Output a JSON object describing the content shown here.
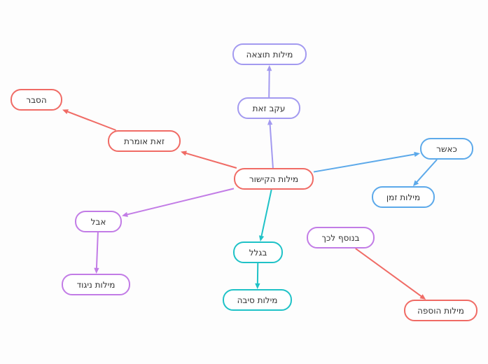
{
  "colors": {
    "red": "#f06b65",
    "purple": "#a39af0",
    "blue": "#5ca9ea",
    "teal": "#1fc2c7",
    "violet": "#c27ce6"
  },
  "nodes": {
    "root": {
      "label": "מילות הקישור",
      "color": "red"
    },
    "result_words": {
      "label": "מילות תוצאה",
      "color": "purple"
    },
    "after_that": {
      "label": "עקב זאת",
      "color": "purple"
    },
    "explanation": {
      "label": "הסבר",
      "color": "red"
    },
    "that_is": {
      "label": "זאת אומרת",
      "color": "red"
    },
    "when": {
      "label": "כאשר",
      "color": "blue"
    },
    "time_words": {
      "label": "מילות זמן",
      "color": "blue"
    },
    "but": {
      "label": "אבל",
      "color": "violet"
    },
    "contrast_words": {
      "label": "מילות ניגוד",
      "color": "violet"
    },
    "because": {
      "label": "בגלל",
      "color": "teal"
    },
    "reason_words": {
      "label": "מילות סיבה",
      "color": "teal"
    },
    "in_addition": {
      "label": "בנוסף לכך",
      "color": "violet"
    },
    "addition_words": {
      "label": "מילות הוספה",
      "color": "red"
    }
  },
  "edges": [
    {
      "from": "root",
      "to": "after_that",
      "color": "purple"
    },
    {
      "from": "after_that",
      "to": "result_words",
      "color": "purple"
    },
    {
      "from": "root",
      "to": "that_is",
      "color": "red"
    },
    {
      "from": "that_is",
      "to": "explanation",
      "color": "red"
    },
    {
      "from": "root",
      "to": "when",
      "color": "blue"
    },
    {
      "from": "when",
      "to": "time_words",
      "color": "blue"
    },
    {
      "from": "root",
      "to": "but",
      "color": "violet"
    },
    {
      "from": "but",
      "to": "contrast_words",
      "color": "violet"
    },
    {
      "from": "root",
      "to": "because",
      "color": "teal"
    },
    {
      "from": "because",
      "to": "reason_words",
      "color": "teal"
    },
    {
      "from": "in_addition",
      "to": "addition_words",
      "color": "red"
    }
  ]
}
